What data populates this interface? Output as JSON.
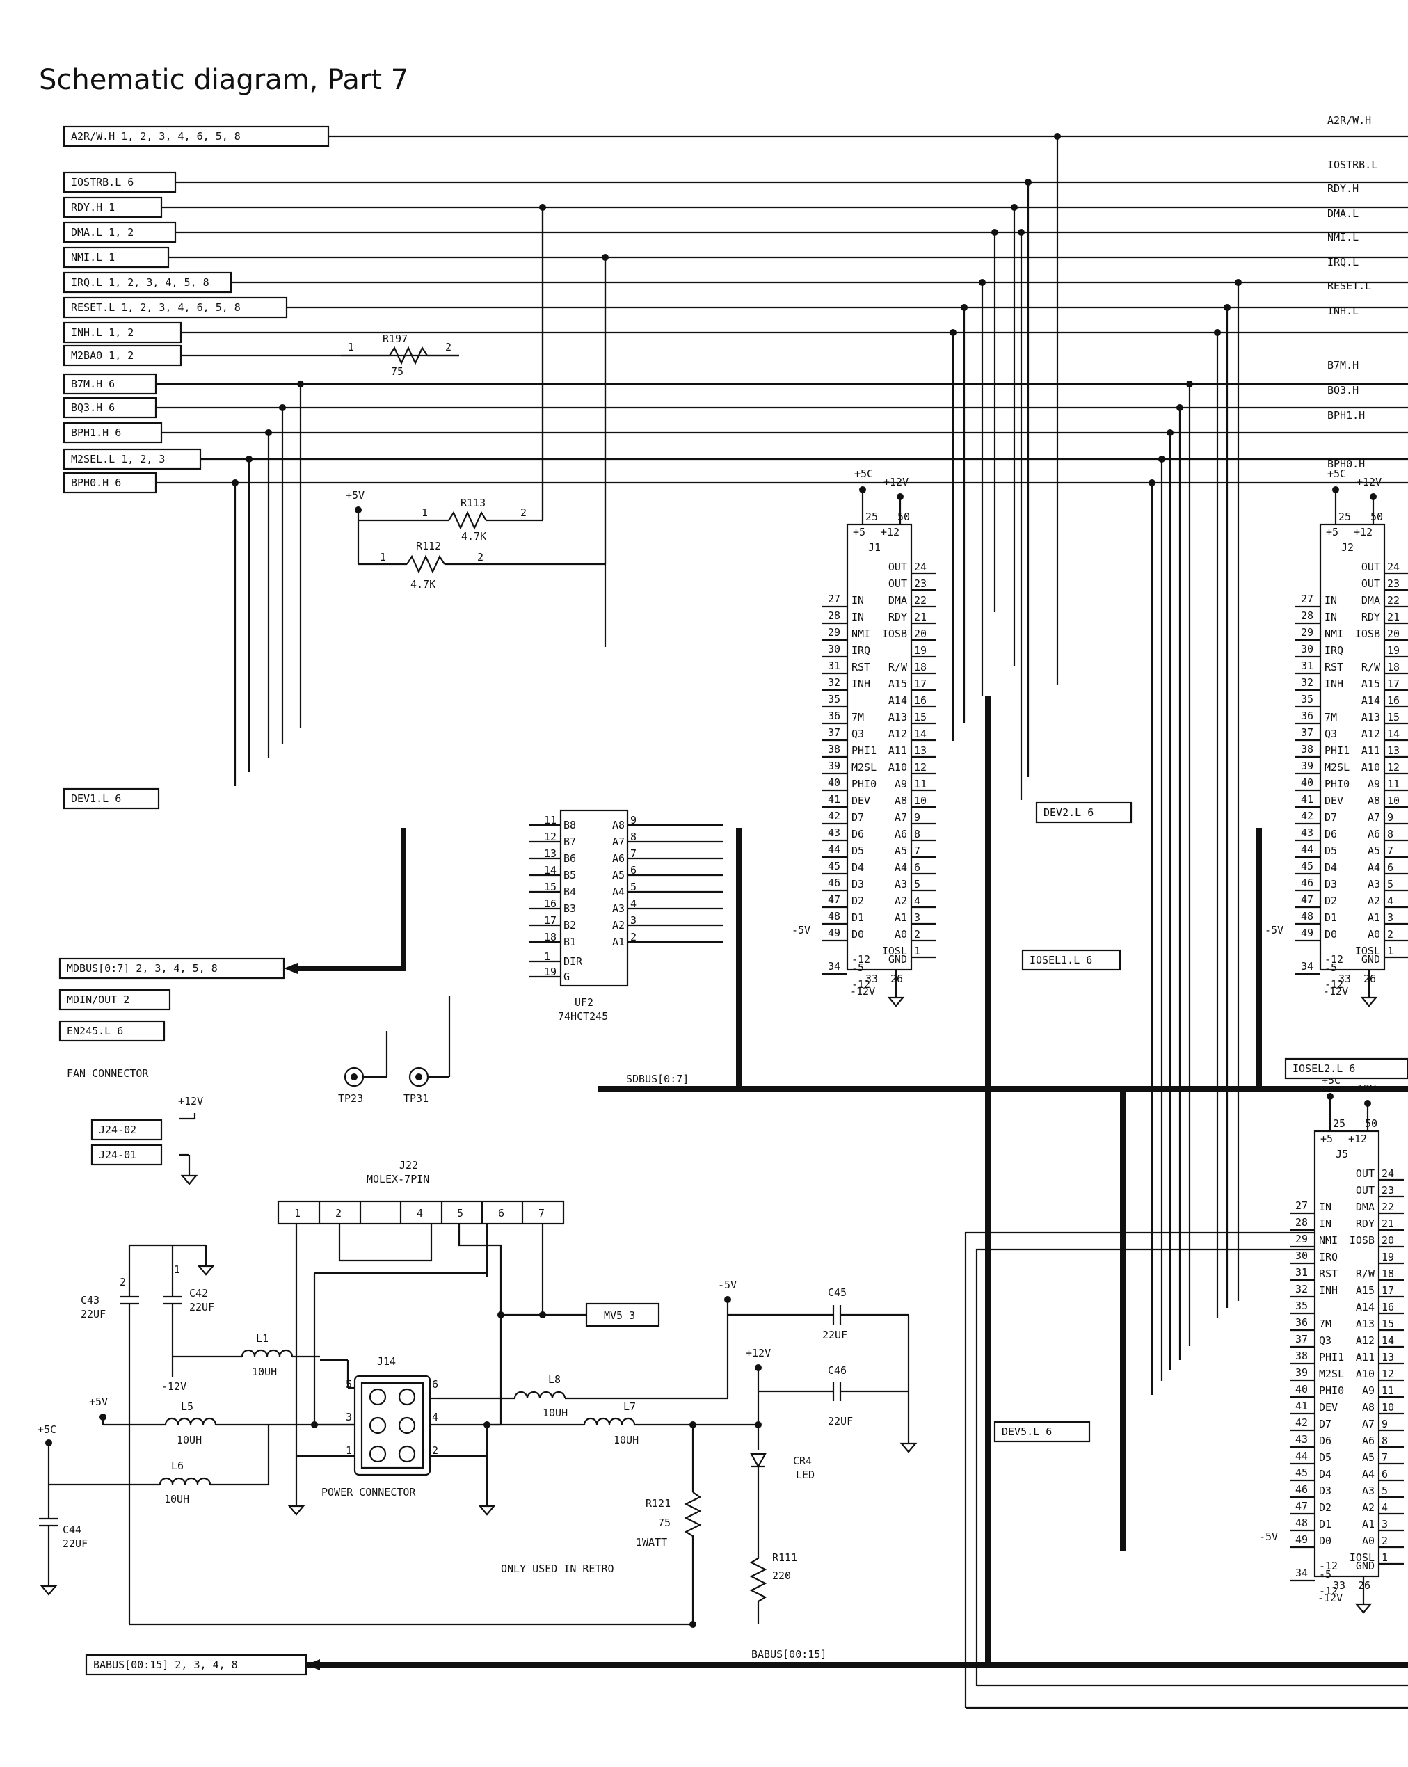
{
  "page": {
    "title": "Schematic diagram, Part 7"
  },
  "left_labels": [
    "A2R/W.H 1, 2, 3, 4, 6, 5, 8",
    "IOSTRB.L 6",
    "RDY.H 1",
    "DMA.L 1, 2",
    "NMI.L 1",
    "IRQ.L 1, 2, 3, 4, 5, 8",
    "RESET.L 1, 2, 3, 4, 6, 5, 8",
    "INH.L 1, 2",
    "M2BA0 1, 2",
    "B7M.H 6",
    "BQ3.H 6",
    "BPH1.H 6",
    "M2SEL.L 1, 2, 3",
    "BPH0.H 6"
  ],
  "right_labels": [
    "A2R/W.H",
    "IOSTRB.L",
    "RDY.H",
    "DMA.L",
    "NMI.L",
    "IRQ.L",
    "RESET.L",
    "INH.L",
    "B7M.H",
    "BQ3.H",
    "BPH1.H",
    "BPH0.H"
  ],
  "other_labels": {
    "dev1": "DEV1.L 6",
    "dev2": "DEV2.L 6",
    "dev5": "DEV5.L 6",
    "iosel1": "IOSEL1.L 6",
    "iosel2": "IOSEL2.L 6",
    "mdbus": "MDBUS[0:7] 2, 3, 4, 5, 8",
    "mdinout": "MDIN/OUT 2",
    "en245": "EN245.L 6",
    "sdbus": "SDBUS[0:7]",
    "babus": "BABUS[00:15] 2, 3, 4, 8",
    "babus_net": "BABUS[00:15]",
    "mv5": "MV5 3",
    "fan": "FAN CONNECTOR",
    "j24_02": "J24-02",
    "j24_01": "J24-01",
    "j22a": "J22",
    "j22b": "MOLEX-7PIN",
    "j14": "J14",
    "power": "POWER CONNECTOR",
    "retro": "ONLY USED IN RETRO"
  },
  "resistors": {
    "r197": {
      "name": "R197",
      "value": "75"
    },
    "r113": {
      "name": "R113",
      "value": "4.7K"
    },
    "r112": {
      "name": "R112",
      "value": "4.7K"
    },
    "r121": {
      "name": "R121",
      "value": "75",
      "extra": "1WATT"
    },
    "r111": {
      "name": "R111",
      "value": "220"
    }
  },
  "caps": {
    "c43": {
      "name": "C43",
      "value": "22UF"
    },
    "c42": {
      "name": "C42",
      "value": "22UF"
    },
    "c44": {
      "name": "C44",
      "value": "22UF"
    },
    "c45": {
      "name": "C45",
      "value": "22UF"
    },
    "c46": {
      "name": "C46",
      "value": "22UF"
    }
  },
  "inductors": {
    "l1": {
      "name": "L1",
      "value": "10UH"
    },
    "l5": {
      "name": "L5",
      "value": "10UH"
    },
    "l6": {
      "name": "L6",
      "value": "10UH"
    },
    "l8": {
      "name": "L8",
      "value": "10UH"
    },
    "l7": {
      "name": "L7",
      "value": "10UH"
    }
  },
  "uf2": {
    "name": "UF2",
    "part": "74HCT245",
    "left_pins": [
      "B8",
      "B7",
      "B6",
      "B5",
      "B4",
      "B3",
      "B2",
      "B1",
      "DIR",
      "G"
    ],
    "left_nums": [
      "11",
      "12",
      "13",
      "14",
      "15",
      "16",
      "17",
      "18",
      "1",
      "19"
    ],
    "right_pins": [
      "A8",
      "A7",
      "A6",
      "A5",
      "A4",
      "A3",
      "A2",
      "A1"
    ],
    "right_nums": [
      "9",
      "8",
      "7",
      "6",
      "5",
      "4",
      "3",
      "2"
    ]
  },
  "slot_pins": {
    "left_names": [
      "IN",
      "IN",
      "NMI",
      "IRQ",
      "RST",
      "INH",
      "",
      "7M",
      "Q3",
      "PHI1",
      "M2SL",
      "PHI0",
      "DEV",
      "D7",
      "D6",
      "D5",
      "D4",
      "D3",
      "D2",
      "D1",
      "D0",
      "",
      "-5",
      "-12"
    ],
    "left_nums": [
      "27",
      "28",
      "29",
      "30",
      "31",
      "32",
      "35",
      "36",
      "37",
      "38",
      "39",
      "40",
      "41",
      "42",
      "43",
      "44",
      "45",
      "46",
      "47",
      "48",
      "49",
      "34"
    ],
    "right_names": [
      "OUT",
      "OUT",
      "DMA",
      "RDY",
      "IOSB",
      "",
      "R/W",
      "A15",
      "A14",
      "A13",
      "A12",
      "A11",
      "A10",
      "A9",
      "A8",
      "A7",
      "A6",
      "A5",
      "A4",
      "A3",
      "A2",
      "A1",
      "A0",
      "IOSL",
      "GND"
    ],
    "right_nums": [
      "24",
      "23",
      "22",
      "21",
      "20",
      "19",
      "18",
      "17",
      "16",
      "15",
      "14",
      "13",
      "12",
      "11",
      "10",
      "9",
      "8",
      "7",
      "6",
      "5",
      "4",
      "3",
      "2",
      "1"
    ]
  },
  "slots": [
    {
      "name": "J1",
      "p5": "+5",
      "p12": "+12",
      "n25": "25",
      "n50": "50",
      "n33": "33",
      "n26": "26"
    },
    {
      "name": "J2",
      "p5": "+5",
      "p12": "+12",
      "n25": "25",
      "n50": "50",
      "n33": "33",
      "n26": "26"
    },
    {
      "name": "J5",
      "p5": "+5",
      "p12": "+12",
      "n25": "25",
      "n50": "50",
      "n33": "33",
      "n26": "26"
    }
  ],
  "rails": {
    "p5v": "+5V",
    "p5c": "+5C",
    "p12v": "+12V",
    "m12v": "-12V",
    "m5v": "-5V"
  },
  "misc": {
    "tp23": "TP23",
    "tp31": "TP31",
    "cr4": "CR4",
    "led": "LED"
  }
}
